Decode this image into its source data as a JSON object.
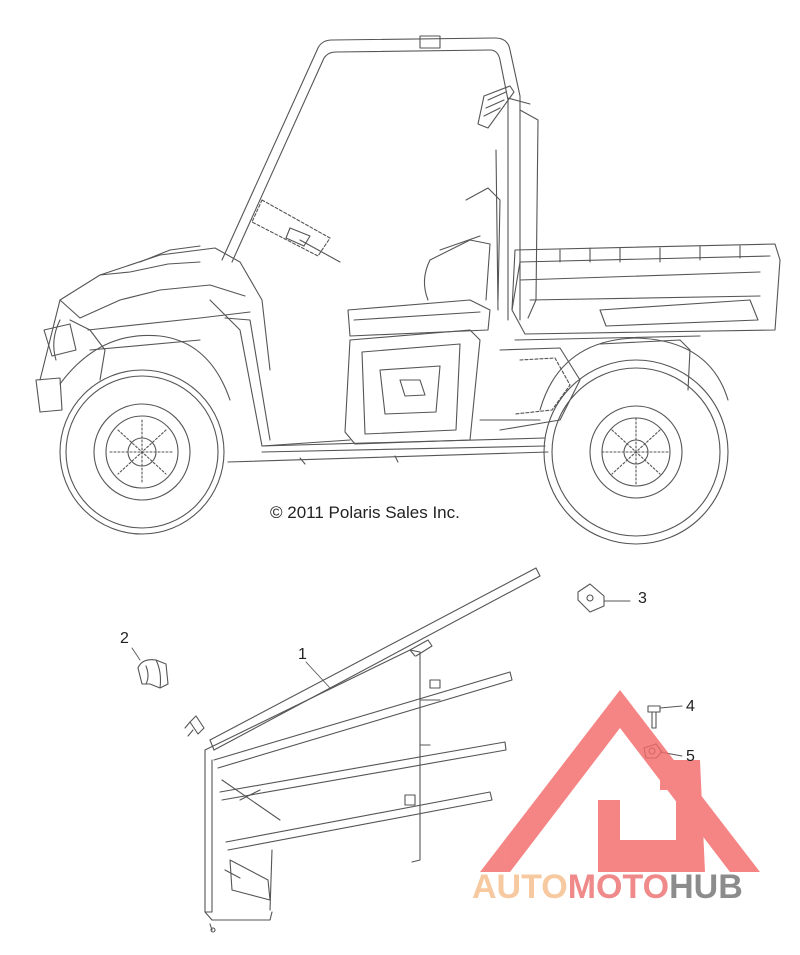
{
  "copyright": "© 2011 Polaris Sales Inc.",
  "callouts": [
    "1",
    "2",
    "3",
    "4",
    "5"
  ],
  "watermark": {
    "part1": "AUTO",
    "part2": "MOTO",
    "part3": "HUB",
    "color1": "#f7c9a0",
    "color2": "#f08a8a",
    "color3": "#8c8c8c",
    "logo_color": "#f36b6b"
  },
  "line_color": "#555555"
}
